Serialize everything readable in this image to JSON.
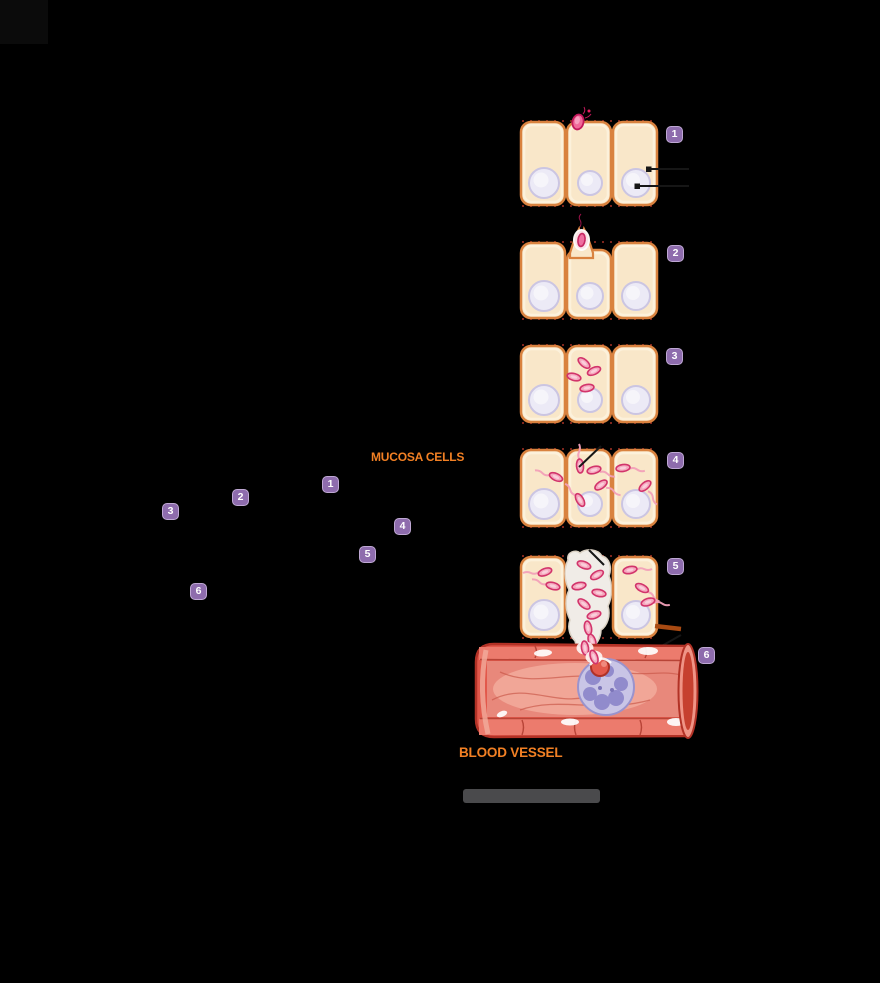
{
  "labels": {
    "mucosa_cells": "MUCOSA CELLS",
    "blood_vessel": "BLOOD VESSEL"
  },
  "badges_right": [
    {
      "label": "1"
    },
    {
      "label": "2"
    },
    {
      "label": "3"
    },
    {
      "label": "4"
    },
    {
      "label": "5"
    },
    {
      "label": "6"
    }
  ],
  "badges_left": [
    {
      "label": "1"
    },
    {
      "label": "2"
    },
    {
      "label": "3"
    },
    {
      "label": "4"
    },
    {
      "label": "5"
    },
    {
      "label": "6"
    }
  ],
  "colors": {
    "background": "#000000",
    "accent_orange": "#F28024",
    "badge_purple": "#8E6CAD",
    "cell_fill": "#F9E7C9",
    "cell_border": "#D9823F",
    "cell_inner": "#FCF2DD",
    "nucleus_fill": "#ECEAF6",
    "nucleus_border": "#CBC5E2",
    "bacteria_fill": "#F5A9BE",
    "bacteria_outline": "#D2346B",
    "bacteria_dark_fill": "#F0699A",
    "bacteria_dark_outline": "#C2185B",
    "tail_pink": "#F2A0B8",
    "vessel_red": "#E2584B",
    "vessel_dark": "#B23226",
    "vessel_band": "#EC7B6D",
    "vessel_lumen": "#E8887B",
    "vessel_highlight": "#F2AC9C",
    "wbc_fill": "#C9C5E6",
    "wbc_border": "#9A93CD",
    "wbc_lobe": "#8F88CB",
    "engulfed_fill": "#E4594C",
    "destroyed_cell_fill": "#F8F4EF",
    "leader_line": "#161616",
    "orange_leader": "#A84A12",
    "divider_gray": "#4A4A4C"
  },
  "icons": {
    "bacterium-icon": "pink ellipse with crimson outline",
    "actin-tail-icon": "wavy pink trail",
    "nucleus-icon": "lavender circle",
    "white-blood-cell-icon": "lavender lobed cell",
    "engulfed-bacterium-icon": "red circle in vesicle",
    "blood-vessel-illustration": "red cut-away tube"
  }
}
